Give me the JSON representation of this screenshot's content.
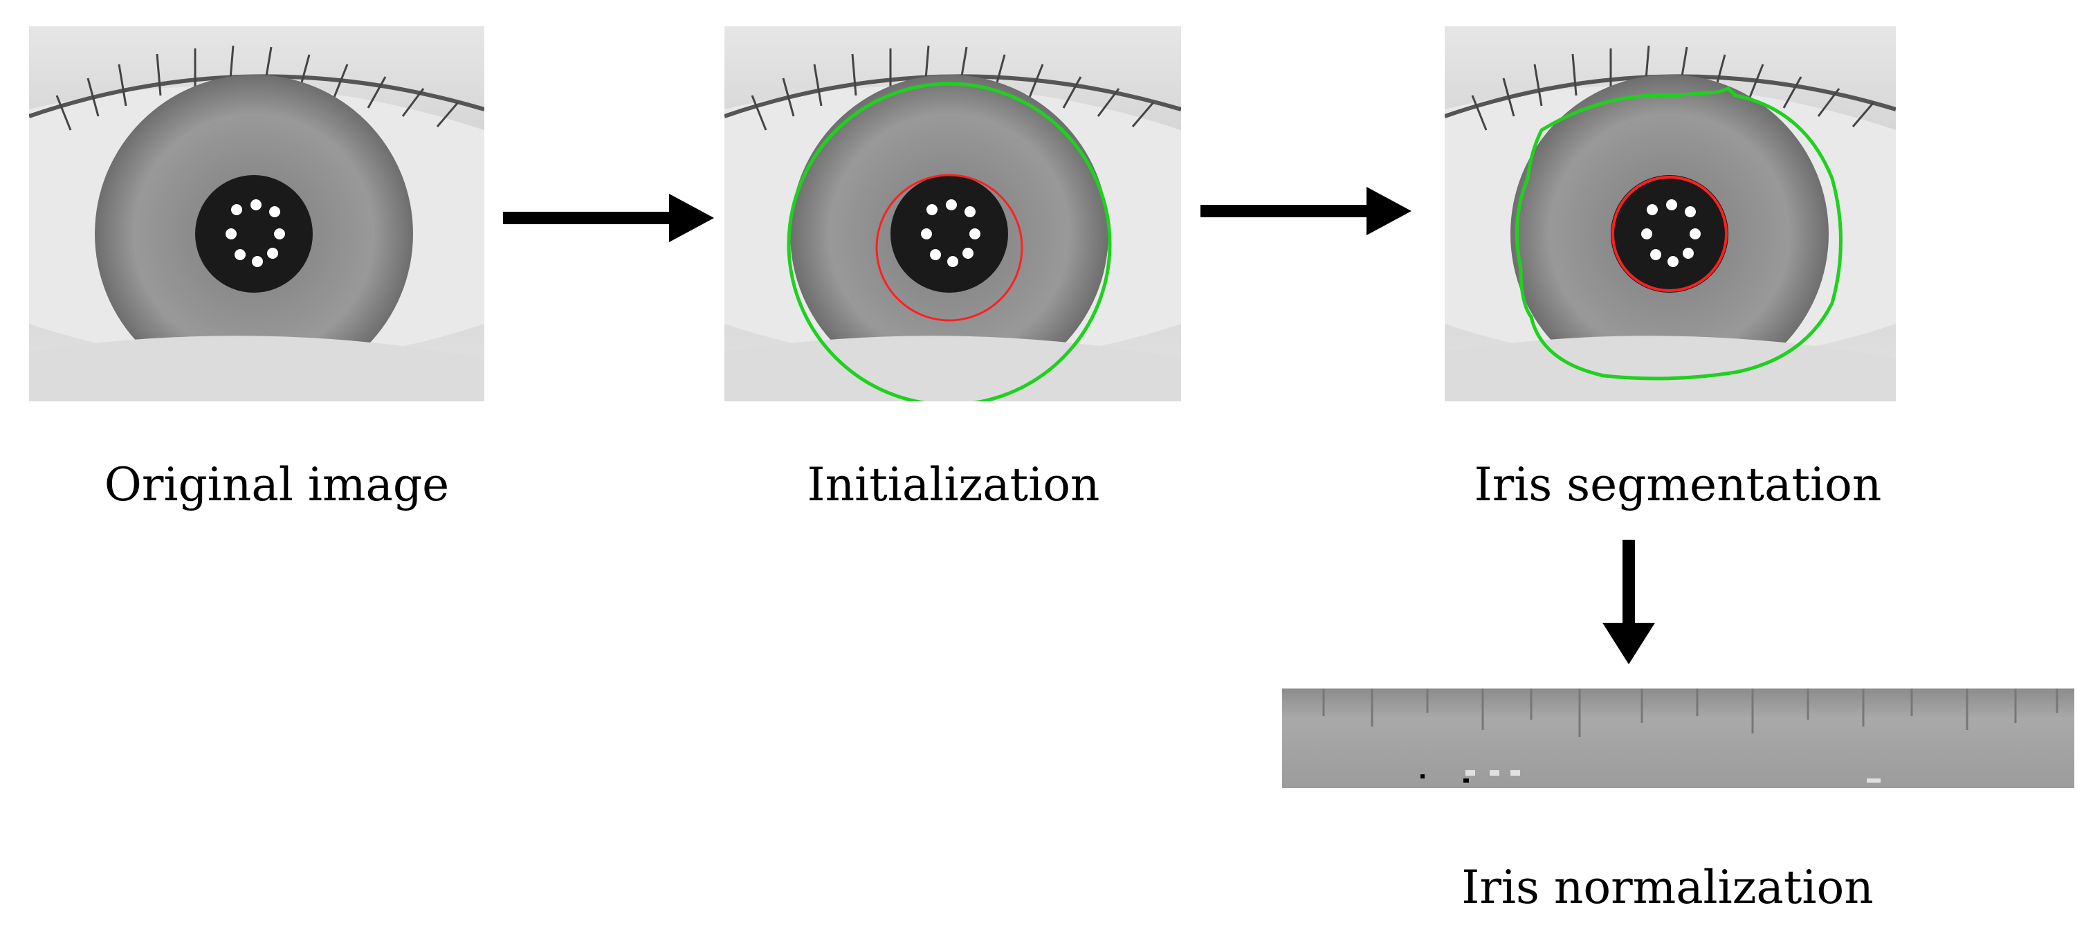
{
  "steps": [
    {
      "caption": "Original image",
      "overlay": "none"
    },
    {
      "caption": "Initialization",
      "overlay": "circles"
    },
    {
      "caption": "Iris segmentation",
      "overlay": "contours"
    }
  ],
  "normalization": {
    "caption": "Iris normalization"
  },
  "colors": {
    "pupil_boundary": "#ff2020",
    "iris_boundary": "#1fd11f",
    "arrow": "#000000"
  }
}
